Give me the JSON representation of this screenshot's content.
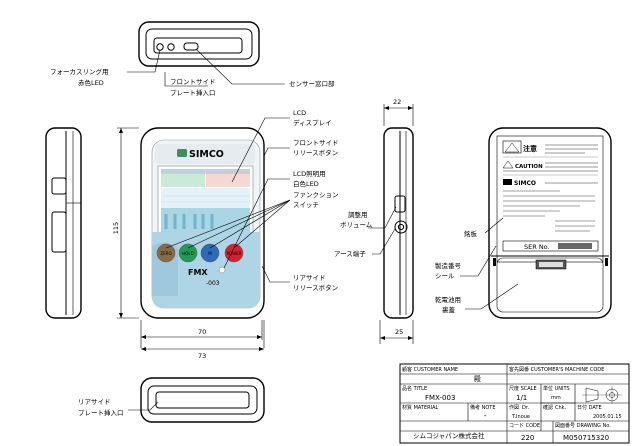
{
  "labels": {
    "focus_led_1": "フォーカスリング用",
    "focus_led_2": "赤色LED",
    "front_slide_1": "フロントサイド",
    "front_slide_2": "プレート挿入口",
    "center_window": "センサー窓口部",
    "lcd_1": "LCD",
    "lcd_2": "ディスプレイ",
    "front_release_1": "フロントサイド",
    "front_release_2": "リリースボタン",
    "lcd_light_1": "LCD照明用",
    "lcd_light_2": "白色LED",
    "function_1": "ファンクション",
    "function_2": "スイッチ",
    "volume_1": "調整用",
    "volume_2": "ボリューム",
    "earth": "アース端子",
    "rear_release_1": "リアサイド",
    "rear_release_2": "リリースボタン",
    "nameplate": "銘板",
    "serial_1": "製造番号",
    "serial_2": "シール",
    "battery_1": "乾電池用",
    "battery_2": "裏蓋",
    "rear_slide_1": "リアサイド",
    "rear_slide_2": "プレート挿入口"
  },
  "dimensions": {
    "d22": "22",
    "d115": "115",
    "d70": "70",
    "d73": "73",
    "d25": "25"
  },
  "device": {
    "brand": "SIMCO",
    "model": "FMX",
    "model_suffix": "-003",
    "buttons": [
      "ZERO",
      "HOLD",
      "M",
      "POWER"
    ]
  },
  "back_panel": {
    "caution_jp": "注意",
    "caution_en": "CAUTION",
    "brand": "SIMCO",
    "ser": "SER No."
  },
  "title_block": {
    "customer_label": "顧客 CUSTOMER NAME",
    "customer_value": "殿",
    "machine_label": "客先図番 CUSTOMER'S MACHINE CODE",
    "title_label": "品名 TITLE",
    "title_value": "FMX-003",
    "scale_label": "尺度 SCALE",
    "scale_value": "1/1",
    "units_label": "単位 UNITS",
    "units_value": "mm",
    "material_label": "材質 MATERIAL",
    "note_label": "備考 NOTE",
    "note_value": "-",
    "drawn_label": "作図",
    "drawn_value": "Dr.",
    "drawn_name": "T.Inoue",
    "checked_label": "確認",
    "checked_value": "Chk.",
    "date_label": "日付 DATE",
    "date_value": "2005.01.15",
    "code_label": "コード CODE",
    "code_value": "220",
    "drawing_label": "図面番号 DRAWING No.",
    "drawing_value": "M050715320",
    "company": "シムコジャパン株式会社"
  }
}
